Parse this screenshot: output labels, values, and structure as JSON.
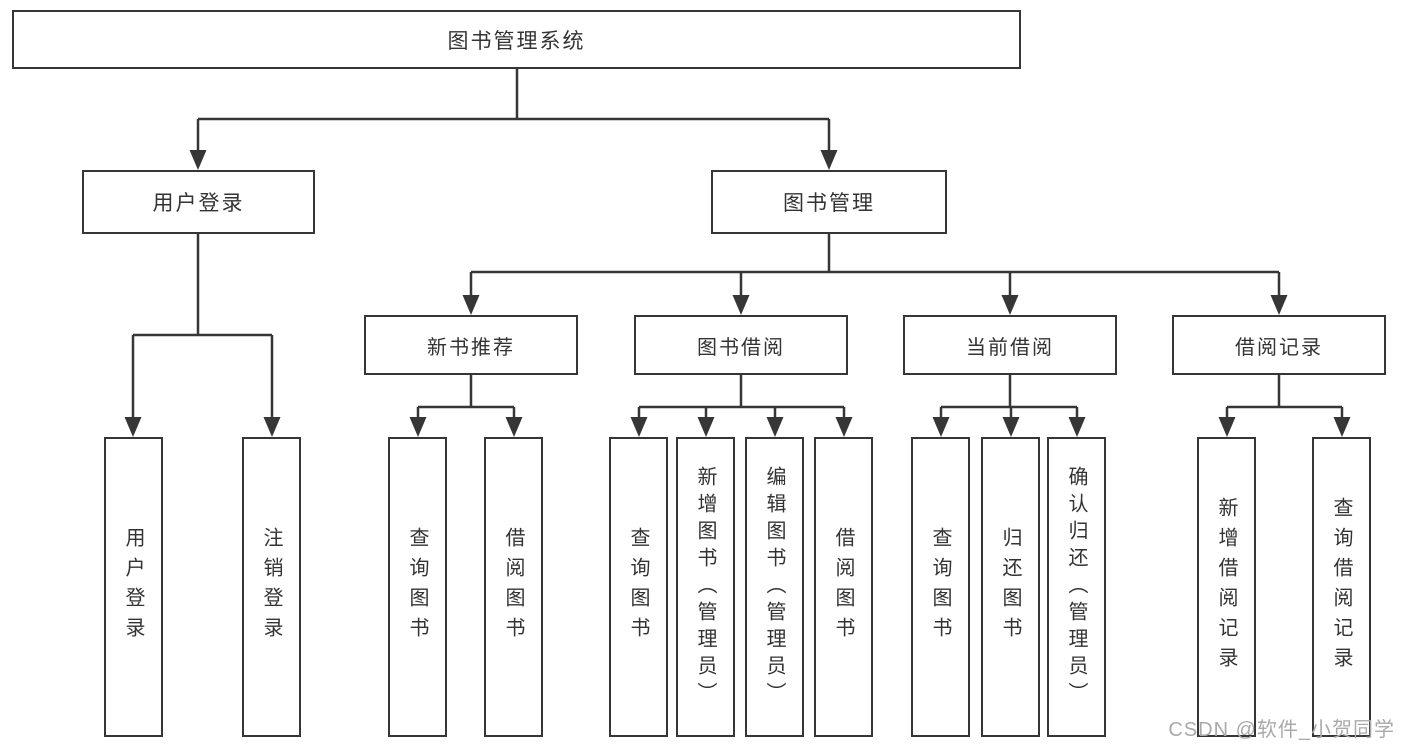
{
  "tree": {
    "root": {
      "label": "图书管理系统",
      "children": [
        {
          "label": "用户登录",
          "children": [
            {
              "label": "用户登录"
            },
            {
              "label": "注销登录"
            }
          ]
        },
        {
          "label": "图书管理",
          "children": [
            {
              "label": "新书推荐",
              "children": [
                {
                  "label": "查询图书"
                },
                {
                  "label": "借阅图书"
                }
              ]
            },
            {
              "label": "图书借阅",
              "children": [
                {
                  "label": "查询图书"
                },
                {
                  "label": "新增图书（管理员）"
                },
                {
                  "label": "编辑图书（管理员）"
                },
                {
                  "label": "借阅图书"
                }
              ]
            },
            {
              "label": "当前借阅",
              "children": [
                {
                  "label": "查询图书"
                },
                {
                  "label": "归还图书"
                },
                {
                  "label": "确认归还（管理员）"
                }
              ]
            },
            {
              "label": "借阅记录",
              "children": [
                {
                  "label": "新增借阅记录"
                },
                {
                  "label": "查询借阅记录"
                }
              ]
            }
          ]
        }
      ]
    }
  },
  "watermark": {
    "text": "CSDN @软件_小贺同学"
  },
  "colors": {
    "line": "#363636",
    "box_border": "#363636",
    "text": "#333333",
    "watermark": "#a9a9a9",
    "background": "#ffffff"
  }
}
